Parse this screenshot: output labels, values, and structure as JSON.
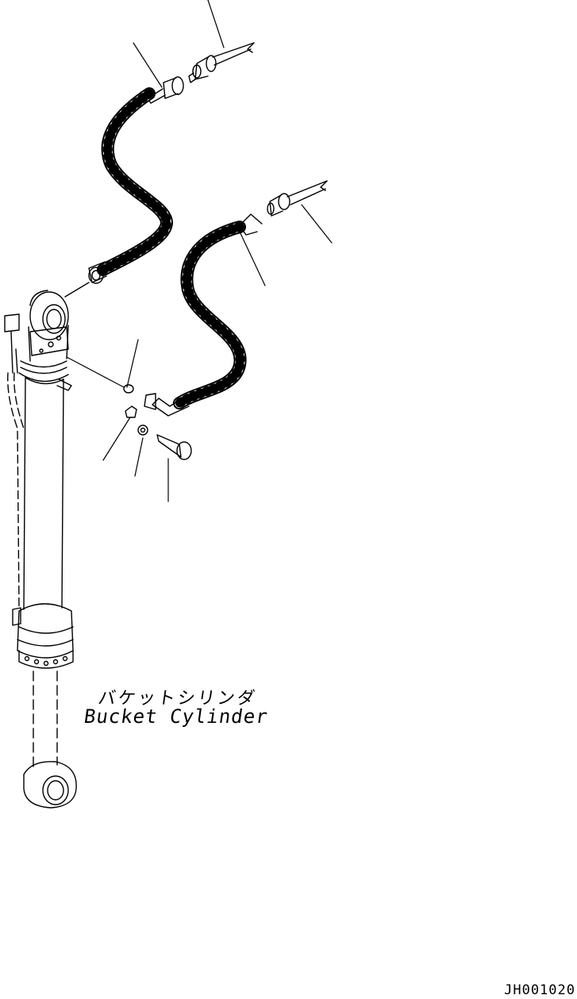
{
  "diagram": {
    "caption_jp": "バケットシリンダ",
    "caption_en": "Bucket Cylinder",
    "drawing_id": "JH001020",
    "line_color": "#000000",
    "background": "#ffffff"
  }
}
